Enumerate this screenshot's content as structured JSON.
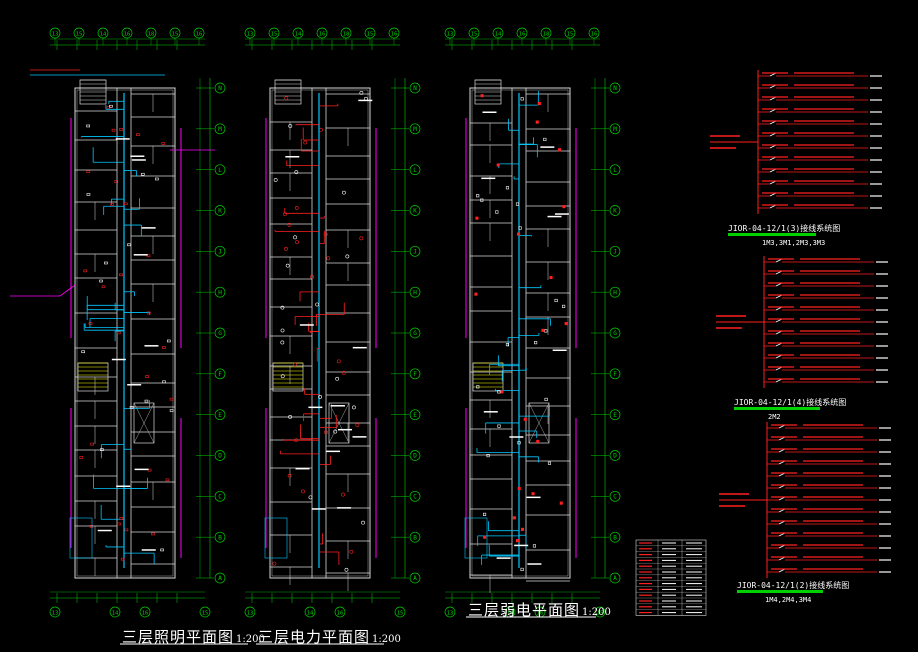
{
  "drawing": {
    "plans": [
      {
        "title": "三层照明平面图",
        "scale": "1:200"
      },
      {
        "title": "三层电力平面图",
        "scale": "1:200"
      },
      {
        "title": "三层弱电平面图",
        "scale": "1:200"
      }
    ],
    "axis_letters": [
      "N",
      "M",
      "L",
      "K",
      "J",
      "H",
      "G",
      "F",
      "E",
      "D",
      "C",
      "B",
      "A"
    ],
    "top_axis_numbers": [
      "13",
      "15",
      "14",
      "16",
      "18",
      "15",
      "16"
    ],
    "systems": [
      {
        "title": "JIOR-04-12/1(3)接线系统图",
        "subtitle": "1M3,3M1,2M3,3M3"
      },
      {
        "title": "JIOR-04-12/1(4)接线系统图",
        "subtitle": "2M2"
      },
      {
        "title": "JIOR-04-12/1(2)接线系统图",
        "subtitle": "1M4,2M4,3M4"
      }
    ]
  },
  "colors": {
    "background": "#000000",
    "wall": "#d8d8d8",
    "axis": "#00d000",
    "cyan": "#00c8ff",
    "red": "#ff2020",
    "magenta": "#ff00ff",
    "yellow": "#ffff00",
    "white": "#ffffff"
  }
}
